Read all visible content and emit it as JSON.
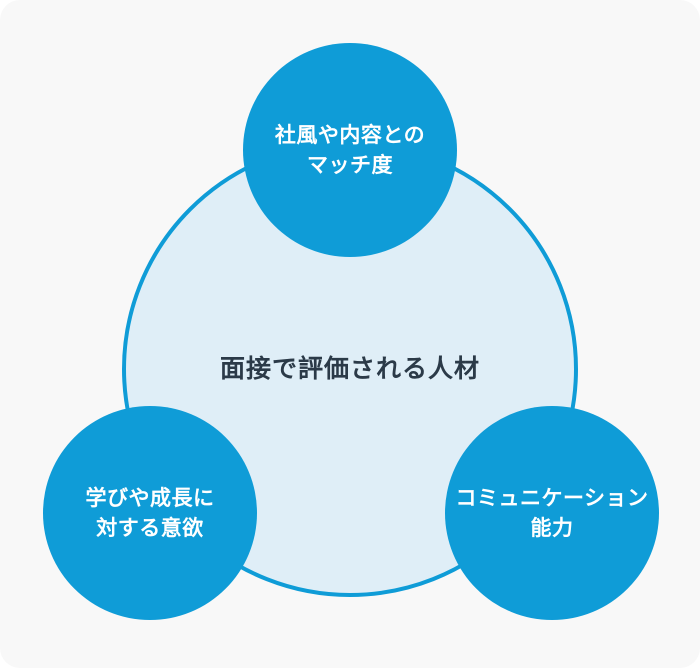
{
  "diagram": {
    "center": {
      "title": "面接で評価される人材"
    },
    "nodes": [
      {
        "id": "top",
        "line1": "社風や内容との",
        "line2": "マッチ度"
      },
      {
        "id": "bottom-left",
        "line1": "学びや成長に",
        "line2": "対する意欲"
      },
      {
        "id": "bottom-right",
        "line1": "コミュニケーション",
        "line2": "能力"
      }
    ]
  },
  "colors": {
    "node-blue": "#0f9cd7",
    "center-fill": "#dfeef7",
    "center-border": "#0f9cd7",
    "title-text": "#2b3a48",
    "node-text": "#ffffff",
    "canvas-bg": "#f8f8f8"
  }
}
